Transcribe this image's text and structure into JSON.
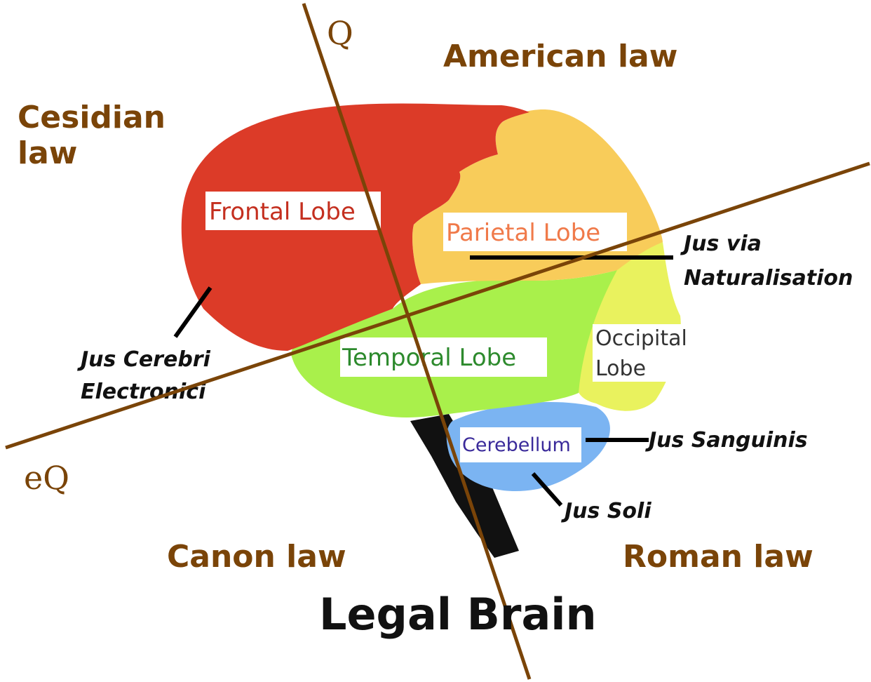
{
  "title": "Legal Brain",
  "colors": {
    "frontal": "#dc3b28",
    "parietal": "#f8cc5a",
    "temporal": "#a9f04b",
    "occipital": "#e9f25e",
    "cerebellum": "#7bb4f2",
    "brainstem": "#111111",
    "axis": "#7a4408",
    "law_text": "#7a4408",
    "frontal_label": "#c42f1f",
    "parietal_label": "#f07a4a",
    "temporal_label": "#2d8a2d",
    "occipital_label": "#333333",
    "cerebellum_label": "#3a2a9a"
  },
  "laws": {
    "top": "American law",
    "left_line1": "Cesidian",
    "left_line2": "law",
    "bottom_left": "Canon law",
    "bottom_right": "Roman law"
  },
  "axes": {
    "vertical": "Q",
    "diagonal": "eQ"
  },
  "lobes": {
    "frontal": "Frontal Lobe",
    "parietal": "Parietal Lobe",
    "temporal": "Temporal Lobe",
    "occipital_line1": "Occipital",
    "occipital_line2": "Lobe",
    "cerebellum": "Cerebellum"
  },
  "annotations": {
    "naturalisation_line1": "Jus via",
    "naturalisation_line2": "Naturalisation",
    "cerebri_line1": "Jus Cerebri",
    "cerebri_line2": "Electronici",
    "sanguinis": "Jus Sanguinis",
    "soli": "Jus Soli"
  }
}
